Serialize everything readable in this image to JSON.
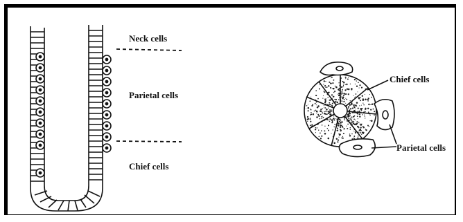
{
  "labels": {
    "neck": "Neck cells",
    "parietal": "Parietal cells",
    "chief_left": "Chief cells",
    "chief_right": "Chief cells",
    "parietal_right": "Parietal cells"
  }
}
